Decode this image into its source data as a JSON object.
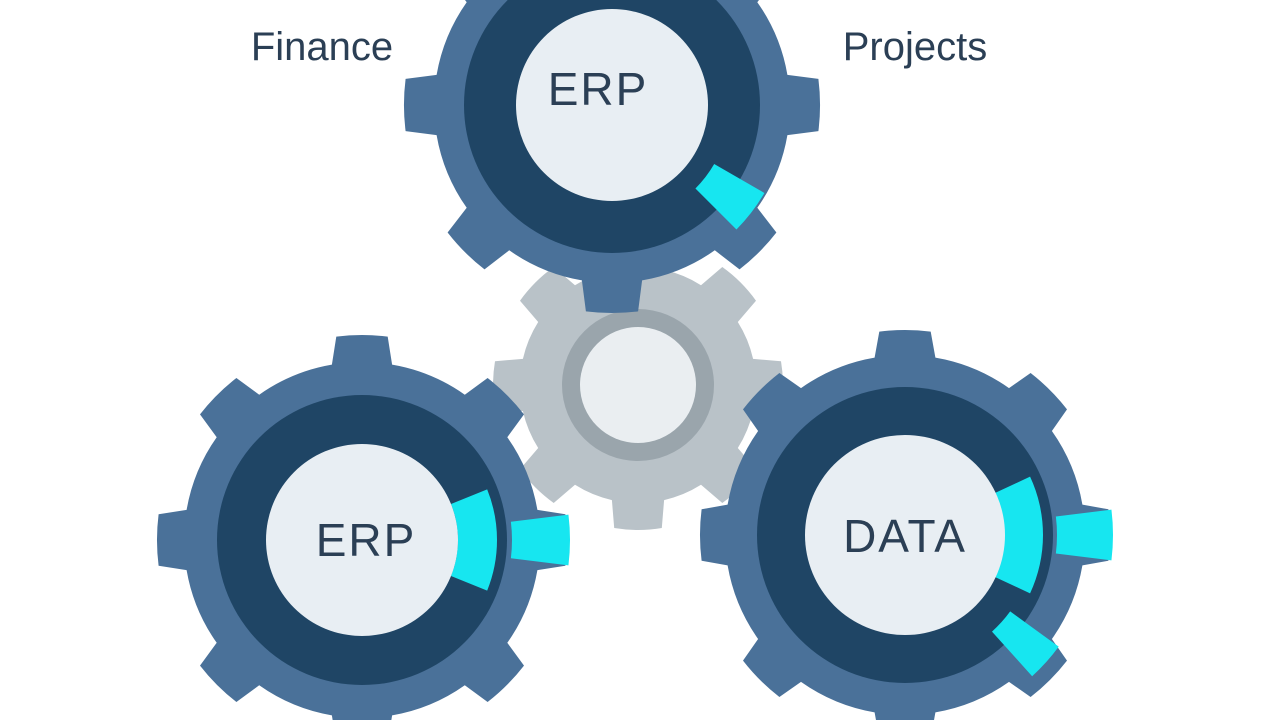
{
  "labels": {
    "finance": "Finance",
    "projects": "Projects"
  },
  "gears": {
    "top": {
      "label": "ERP"
    },
    "bottom_left": {
      "label": "ERP"
    },
    "bottom_right": {
      "label": "DATA"
    },
    "center": {
      "label": ""
    }
  },
  "colors": {
    "gear_outer": "#4a7199",
    "gear_ring": "#1f4565",
    "gear_hub": "#e8eef3",
    "accent": "#17e6f0",
    "center_gear": "#b9c2c8",
    "center_ring": "#9aa5ac",
    "center_hub": "#eaeef1",
    "text": "#2b3f55"
  }
}
